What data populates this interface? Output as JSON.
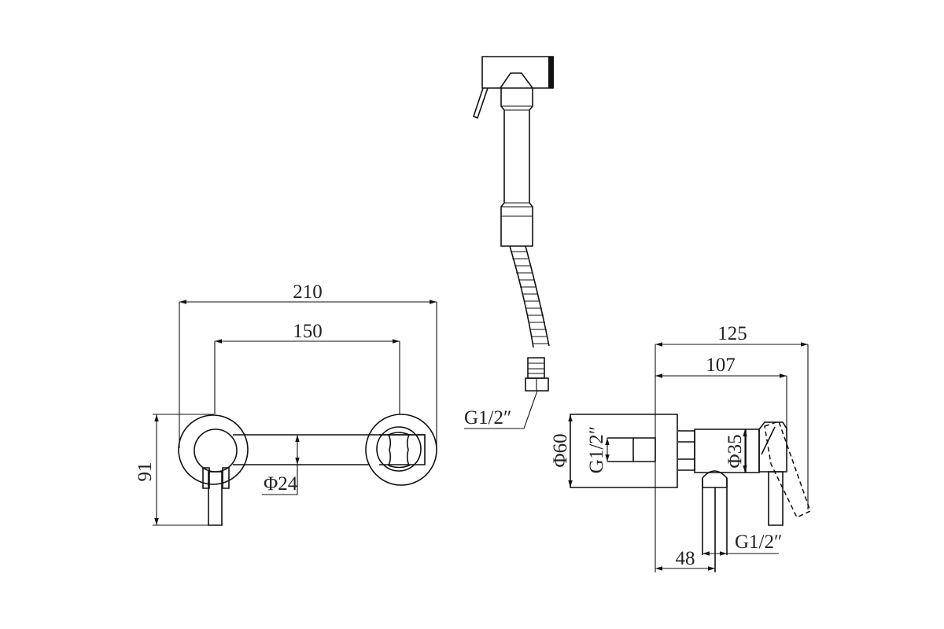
{
  "drawing": {
    "front_view": {
      "overall_width": "210",
      "center_distance": "150",
      "height": "91",
      "pipe_diameter": "Φ24"
    },
    "hand_shower": {
      "hose_thread": "G1/2″"
    },
    "side_view": {
      "overall_depth": "125",
      "depth_to_handle": "107",
      "flange_diameter": "Φ60",
      "inlet_thread": "G1/2″",
      "body_diameter": "Φ35",
      "outlet_thread": "G1/2″",
      "outlet_offset": "48"
    }
  },
  "colors": {
    "line": "#111111",
    "background": "#ffffff"
  }
}
